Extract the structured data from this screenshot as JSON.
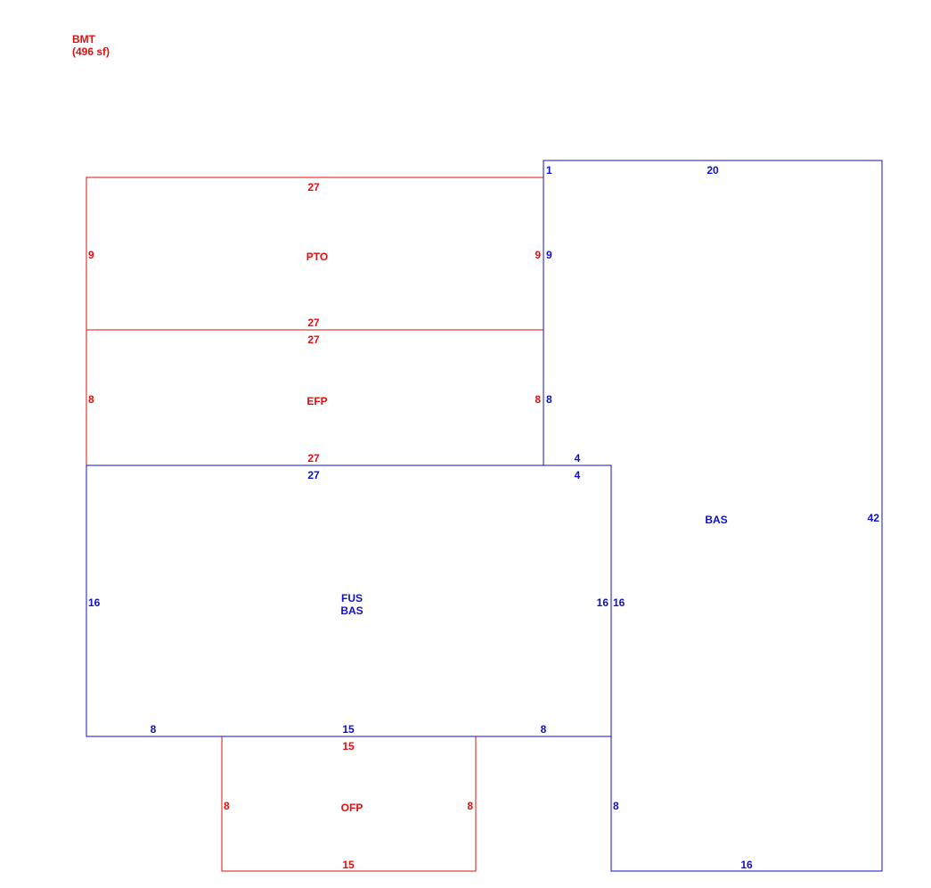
{
  "colors": {
    "red": "#e01010",
    "blue": "#1010c8"
  },
  "legend": {
    "area_name": "BMT",
    "area_size": "(496 sf)"
  },
  "areas": {
    "pto": "PTO",
    "efp": "EFP",
    "fus": "FUS",
    "bas_under_fus": "BAS",
    "bas": "BAS",
    "ofp": "OFP"
  },
  "dims": {
    "pto_top": "27",
    "pto_left": "9",
    "pto_right": "9",
    "pto_bottom": "27",
    "efp_top": "27",
    "efp_left": "8",
    "efp_right": "8",
    "efp_bottom": "27",
    "fus_top": "27",
    "fus_left": "16",
    "fus_right": "16",
    "fus_bottom_left": "8",
    "fus_bottom_mid": "15",
    "fus_bottom_right": "8",
    "bas_notch_top": "1",
    "bas_top": "20",
    "bas_upper_left": "9",
    "bas_mid_left": "8",
    "bas_step_upper": "4",
    "bas_step_lower": "4",
    "bas_step_left": "16",
    "bas_right": "42",
    "bas_lower_left": "8",
    "bas_bottom": "16",
    "ofp_top": "15",
    "ofp_left": "8",
    "ofp_right": "8",
    "ofp_bottom": "15"
  }
}
